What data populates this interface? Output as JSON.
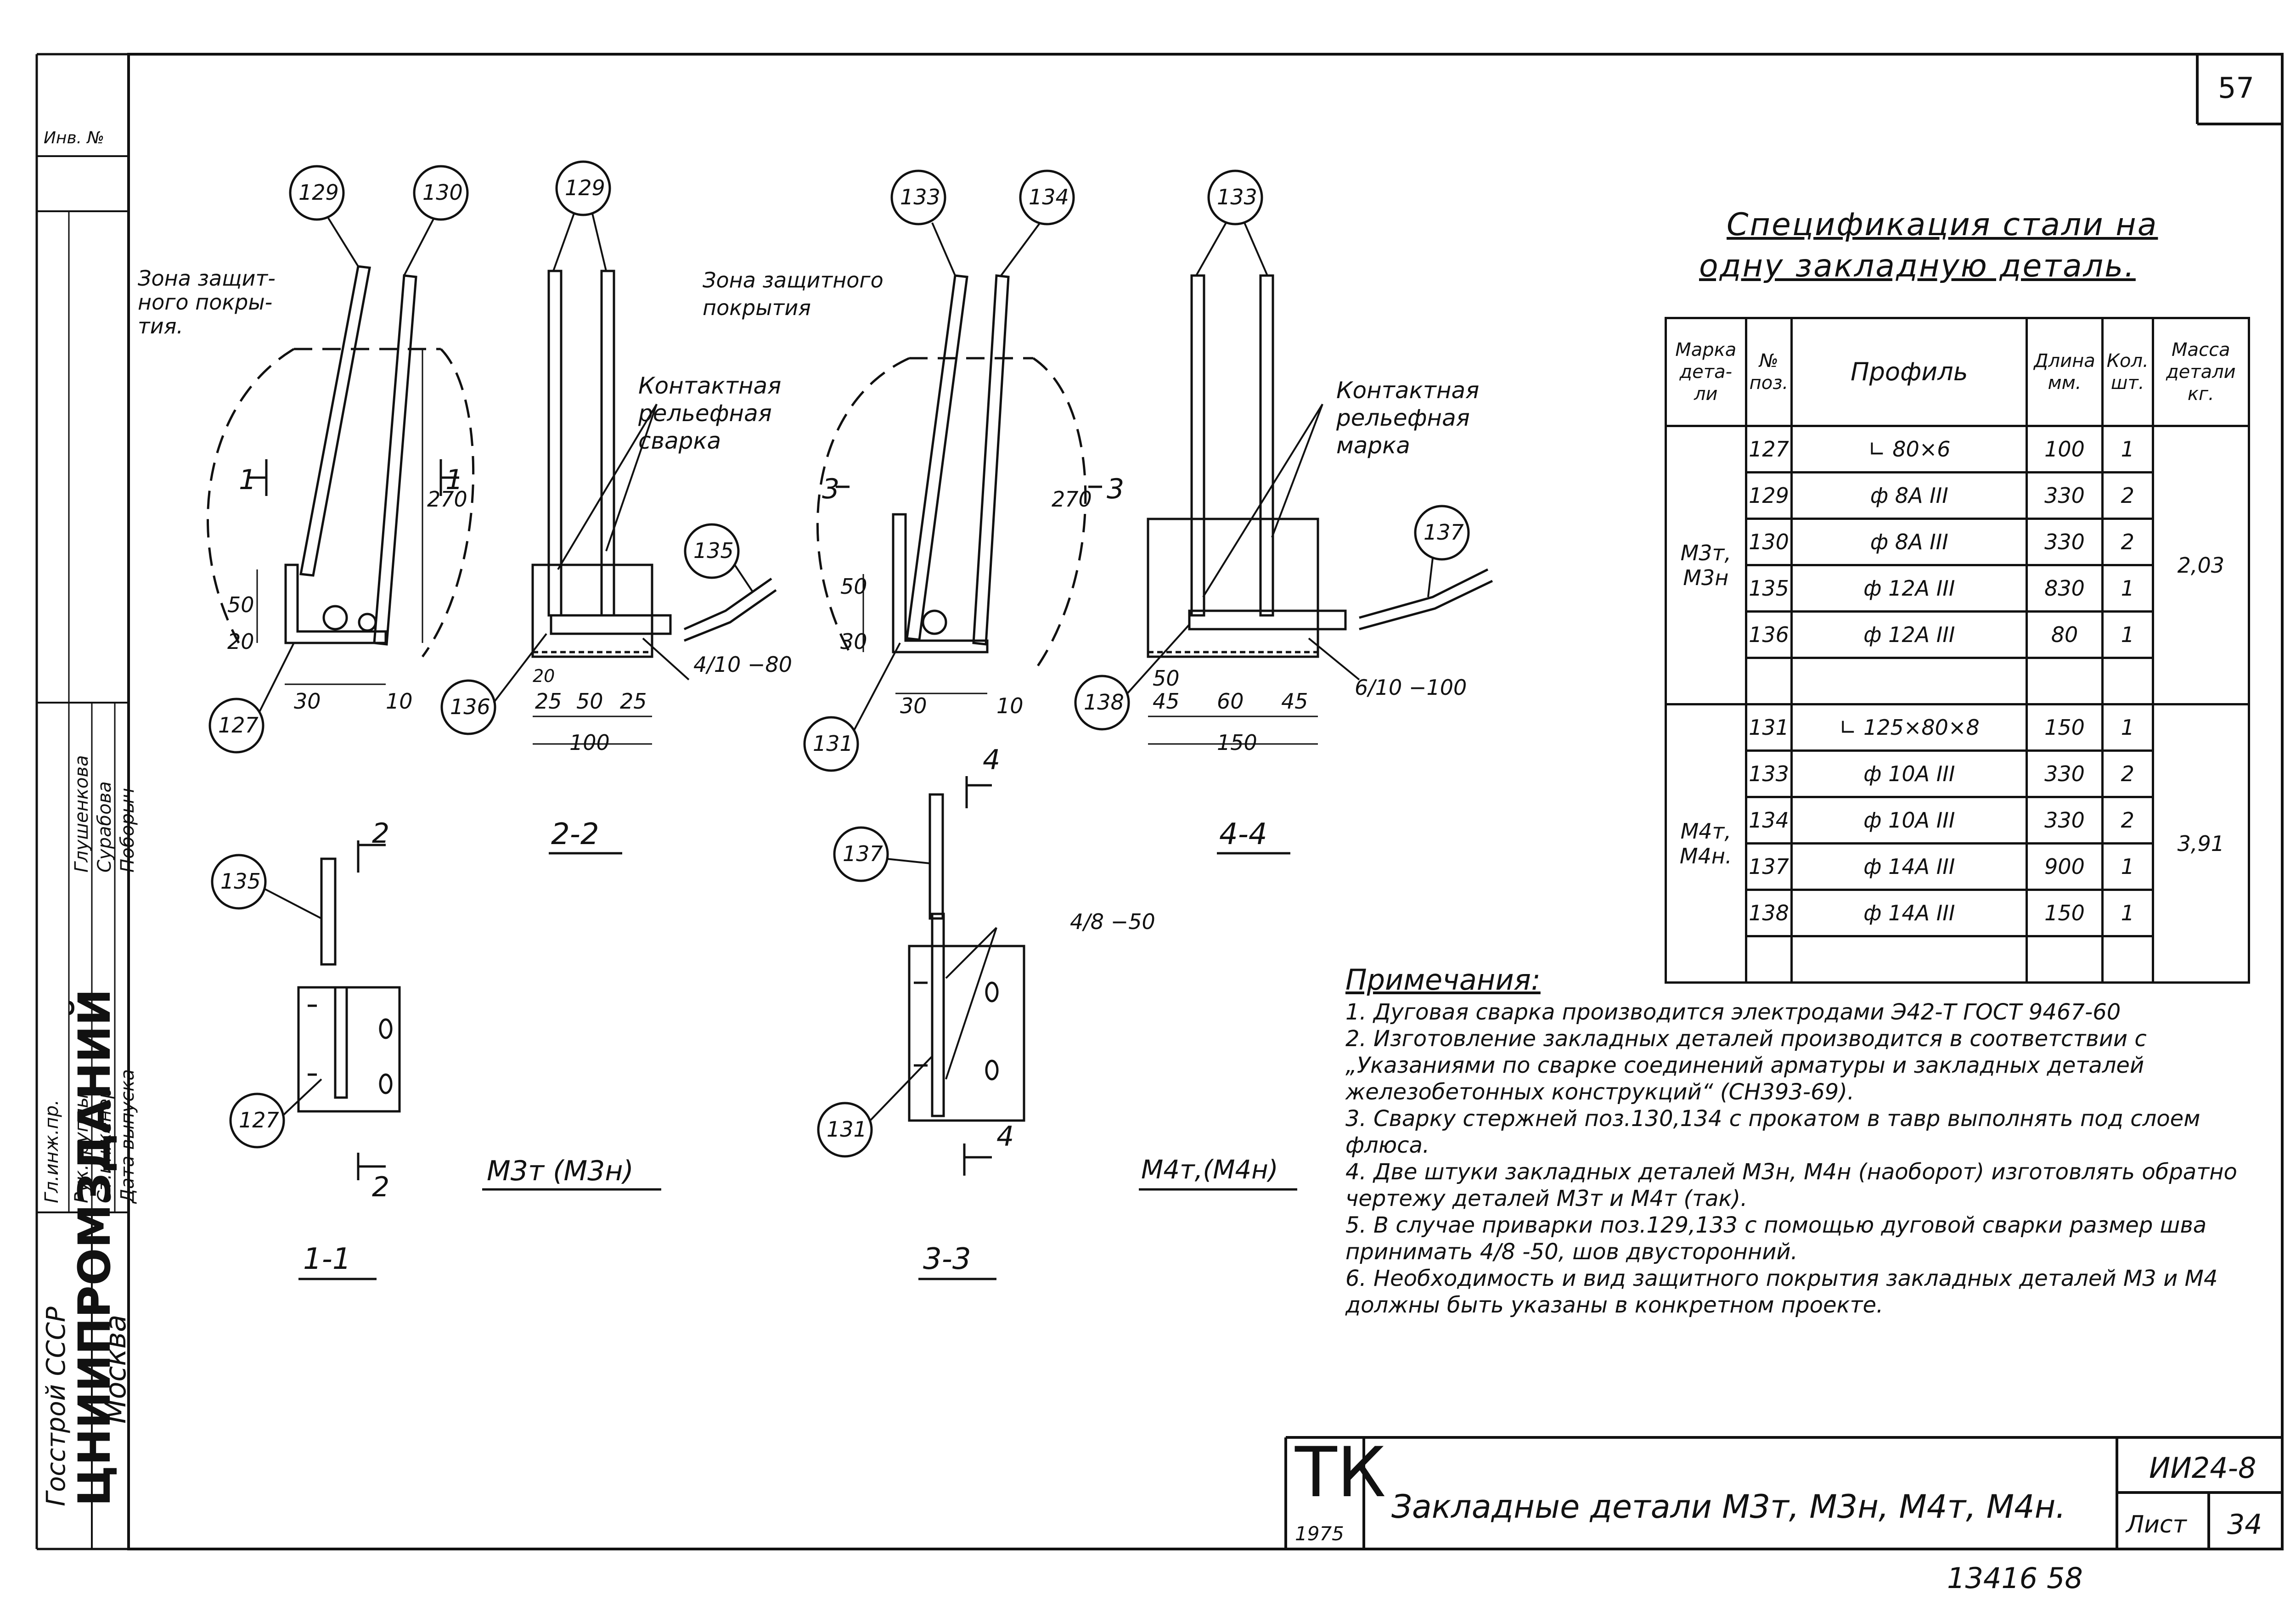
{
  "sheet": {
    "page_number": "57",
    "inventory_label": "Инв. №",
    "bottom_number": "13416 58"
  },
  "side_stamp": {
    "org_name": "ЦНИИПРОМЗДАНИЙ",
    "org_top": "Госстрой СССР",
    "city": "Москва",
    "roles": [
      "Гл.инж.пр.",
      "Рук.группы",
      "Ст.инженер",
      "Дата выпуска"
    ],
    "names": [
      "Глушенкова",
      "Сурабова",
      "Поборыч"
    ]
  },
  "drawing": {
    "callouts": [
      "129",
      "130",
      "129",
      "133",
      "134",
      "133",
      "135",
      "137",
      "127",
      "136",
      "131",
      "138",
      "135",
      "137",
      "127",
      "131"
    ],
    "labels": {
      "zone_left": "Зона защит-\nного покры-\nтия.",
      "zone_mid": "Зона защитного\nпокрытия",
      "contact_weld": "Контактная\nрельефная\nсварка",
      "contact_mark": "Контактная\nрельефная\nмарка"
    },
    "dims": {
      "d270a": "270",
      "d20": "20",
      "d50a": "50",
      "d30a": "30",
      "d10a": "10",
      "d20b": "20",
      "d25a": "25",
      "d50b": "50",
      "d25b": "25",
      "d100": "100",
      "weld1": "4/10 −80",
      "d270b": "270",
      "d30b": "30",
      "d50c": "50",
      "d30c": "30",
      "d10b": "10",
      "d50d": "50",
      "d45a": "45",
      "d60": "60",
      "d45b": "45",
      "d150": "150",
      "weld2": "6/10 −100",
      "weld3": "4/8 −50"
    },
    "section_marks": [
      "1",
      "1",
      "3",
      "3",
      "2",
      "2",
      "4",
      "4"
    ],
    "section_titles": [
      "2-2",
      "4-4",
      "1-1",
      "3-3"
    ],
    "item_titles": [
      "М3т (М3н)",
      "М4т,(М4н)"
    ]
  },
  "spec": {
    "title_line1": "Спецификация стали на",
    "title_line2": "одну закладную деталь.",
    "headers": {
      "mark": "Марка\nдета-\nли",
      "pos": "№\nпоз.",
      "profile": "Профиль",
      "length": "Длина\nмм.",
      "qty": "Кол.\nшт.",
      "mass": "Масса\nдетали\nкг."
    },
    "groups": [
      {
        "mark": "М3т,\nМ3н",
        "mass": "2,03",
        "rows": [
          {
            "pos": "127",
            "profile": "∟ 80×6",
            "length": "100",
            "qty": "1"
          },
          {
            "pos": "129",
            "profile": "ф 8А III",
            "length": "330",
            "qty": "2"
          },
          {
            "pos": "130",
            "profile": "ф 8А III",
            "length": "330",
            "qty": "2"
          },
          {
            "pos": "135",
            "profile": "ф 12А III",
            "length": "830",
            "qty": "1"
          },
          {
            "pos": "136",
            "profile": "ф 12А III",
            "length": "80",
            "qty": "1"
          }
        ]
      },
      {
        "mark": "М4т,\nМ4н.",
        "mass": "3,91",
        "rows": [
          {
            "pos": "131",
            "profile": "∟ 125×80×8",
            "length": "150",
            "qty": "1"
          },
          {
            "pos": "133",
            "profile": "ф 10А III",
            "length": "330",
            "qty": "2"
          },
          {
            "pos": "134",
            "profile": "ф 10А III",
            "length": "330",
            "qty": "2"
          },
          {
            "pos": "137",
            "profile": "ф 14А III",
            "length": "900",
            "qty": "1"
          },
          {
            "pos": "138",
            "profile": "ф 14А III",
            "length": "150",
            "qty": "1"
          }
        ]
      }
    ]
  },
  "notes": {
    "heading": "Примечания:",
    "items": [
      "1. Дуговая сварка производится электродами Э42-Т ГОСТ 9467-60",
      "2. Изготовление закладных деталей производится в соответствии с „Указаниями по сварке соединений арматуры и закладных деталей железобетонных конструкций“ (СН393-69).",
      "3. Сварку стержней поз.130,134 с прокатом в тавр выполнять под слоем флюса.",
      "4. Две штуки закладных деталей М3н, М4н (наоборот) изготовлять обратно чертежу деталей М3т и М4т (так).",
      "5. В случае приварки поз.129,133 с помощью дуговой сварки размер шва принимать 4/8 -50, шов двусторонний.",
      "6. Необходимость и вид защитного покрытия закладных деталей М3 и М4 должны быть указаны в конкретном проекте."
    ]
  },
  "title_block": {
    "logo": "ТК",
    "year": "1975",
    "title": "Закладные детали М3т, М3н, М4т, М4н.",
    "series": "ИИ24-8",
    "sheet_label": "Лист",
    "sheet_number": "34"
  }
}
